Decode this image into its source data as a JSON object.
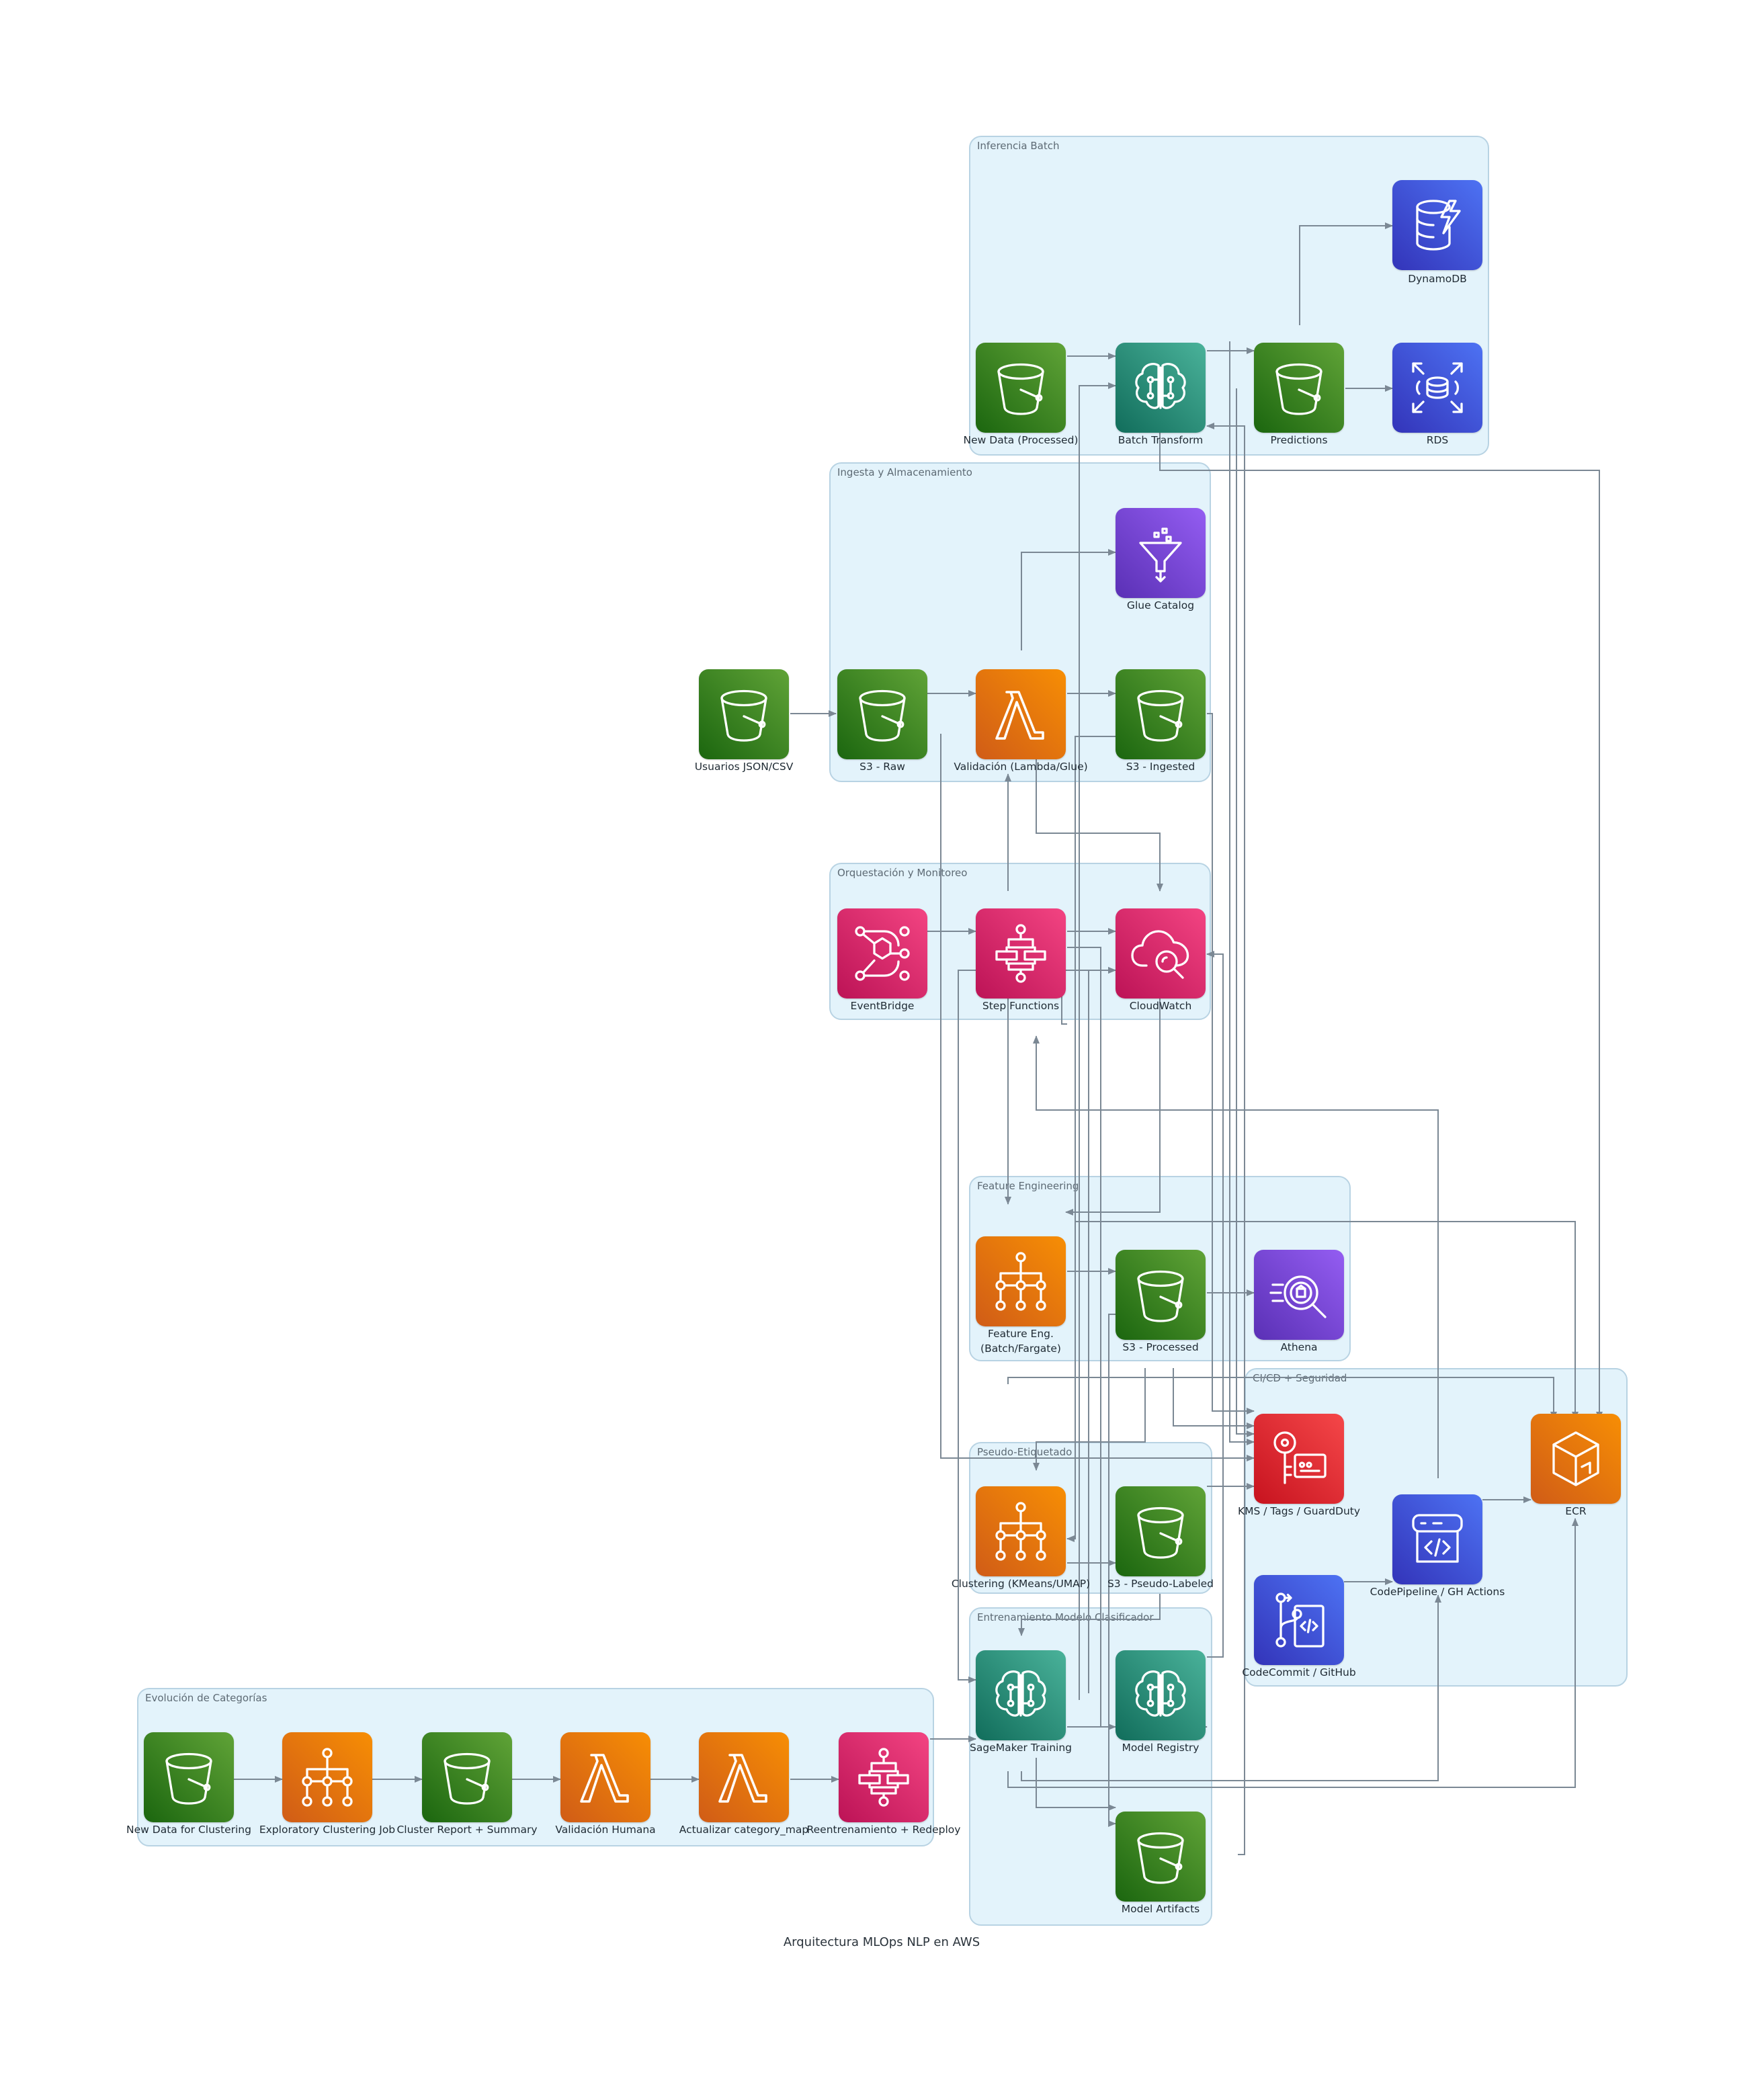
{
  "title": "Arquitectura MLOps NLP en AWS",
  "colors": {
    "cluster_bg": "#e3f3fb",
    "cluster_border": "#b8d3e3",
    "edge": "#7b8894",
    "storage": "#3f8624",
    "ml": "#1f8f78",
    "database": "#3f48d8",
    "analytics": "#7442d6",
    "compute": "#e8710a",
    "management": "#d6246c",
    "security": "#dd2a32",
    "devtools": "#3f48d8"
  },
  "clusters": {
    "inferencia": "Inferencia Batch",
    "ingesta": "Ingesta y Almacenamiento",
    "orquestacion": "Orquestación y Monitoreo",
    "feature": "Feature Engineering",
    "cicd": "CI/CD + Seguridad",
    "pseudo": "Pseudo-Etiquetado",
    "entrenamiento": "Entrenamiento Modelo Clasificador",
    "evolucion": "Evolución de Categorías"
  },
  "nodes": {
    "dynamodb": {
      "label": "DynamoDB",
      "icon": "dynamodb-icon"
    },
    "new_data_processed": {
      "label": "New Data (Processed)",
      "icon": "s3-bucket-icon"
    },
    "batch_transform": {
      "label": "Batch Transform",
      "icon": "sagemaker-icon"
    },
    "predictions": {
      "label": "Predictions",
      "icon": "s3-bucket-icon"
    },
    "rds": {
      "label": "RDS",
      "icon": "rds-icon"
    },
    "glue_catalog": {
      "label": "Glue Catalog",
      "icon": "glue-icon"
    },
    "usuarios": {
      "label": "Usuarios JSON/CSV",
      "icon": "s3-bucket-icon"
    },
    "s3_raw": {
      "label": "S3 - Raw",
      "icon": "s3-bucket-icon"
    },
    "validacion": {
      "label": "Validación (Lambda/Glue)",
      "icon": "lambda-icon"
    },
    "s3_ingested": {
      "label": "S3 - Ingested",
      "icon": "s3-bucket-icon"
    },
    "eventbridge": {
      "label": "EventBridge",
      "icon": "eventbridge-icon"
    },
    "step_functions": {
      "label": "Step Functions",
      "icon": "step-functions-icon"
    },
    "cloudwatch": {
      "label": "CloudWatch",
      "icon": "cloudwatch-icon"
    },
    "feature_eng": {
      "label": "Feature Eng.\n(Batch/Fargate)",
      "line1": "Feature Eng.",
      "line2": "(Batch/Fargate)",
      "icon": "batch-icon"
    },
    "s3_processed": {
      "label": "S3 - Processed",
      "icon": "s3-bucket-icon"
    },
    "athena": {
      "label": "Athena",
      "icon": "athena-icon"
    },
    "kms": {
      "label": "KMS / Tags / GuardDuty",
      "icon": "kms-icon"
    },
    "ecr": {
      "label": "ECR",
      "icon": "ecr-icon"
    },
    "codepipeline": {
      "label": "CodePipeline / GH Actions",
      "icon": "codepipeline-icon"
    },
    "codecommit": {
      "label": "CodeCommit / GitHub",
      "icon": "codecommit-icon"
    },
    "clustering": {
      "label": "Clustering (KMeans/UMAP)",
      "icon": "batch-icon"
    },
    "s3_pseudo": {
      "label": "S3 - Pseudo-Labeled",
      "icon": "s3-bucket-icon"
    },
    "sagemaker_training": {
      "label": "SageMaker Training",
      "icon": "sagemaker-icon"
    },
    "model_registry": {
      "label": "Model Registry",
      "icon": "sagemaker-icon"
    },
    "model_artifacts": {
      "label": "Model Artifacts",
      "icon": "s3-bucket-icon"
    },
    "new_data_clustering": {
      "label": "New Data for Clustering",
      "icon": "s3-bucket-icon"
    },
    "exploratory_clustering": {
      "label": "Exploratory Clustering Job",
      "icon": "batch-icon"
    },
    "cluster_report": {
      "label": "Cluster Report + Summary",
      "icon": "s3-bucket-icon"
    },
    "validacion_humana": {
      "label": "Validación Humana",
      "icon": "lambda-icon"
    },
    "actualizar": {
      "label": "Actualizar category_map",
      "icon": "lambda-icon"
    },
    "reentrenamiento": {
      "label": "Reentrenamiento + Redeploy",
      "icon": "step-functions-icon"
    }
  }
}
